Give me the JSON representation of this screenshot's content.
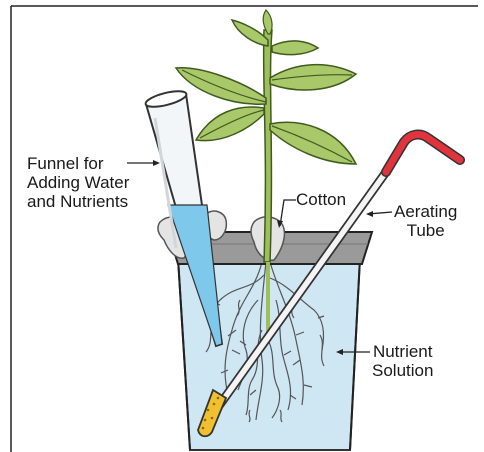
{
  "diagram": {
    "labels": {
      "funnel": [
        "Funnel for",
        "Adding Water",
        "and Nutrients"
      ],
      "cotton": "Cotton",
      "aerating_tube": [
        "Aerating",
        "Tube"
      ],
      "nutrient_solution": [
        "Nutrient",
        "Solution"
      ]
    },
    "colors": {
      "solution": "#cfe6f3",
      "pot_rim": "#9a9a9a",
      "leaf": "#a9c86a",
      "leaf_vein": "#3f5b1e",
      "stem": "#9fbf5c",
      "tube_tip": "#e0333b",
      "aerator": "#f0c030",
      "funnel_water": "#7ec8ec",
      "cotton": "#e4e4e4",
      "roots": "#555555"
    }
  }
}
